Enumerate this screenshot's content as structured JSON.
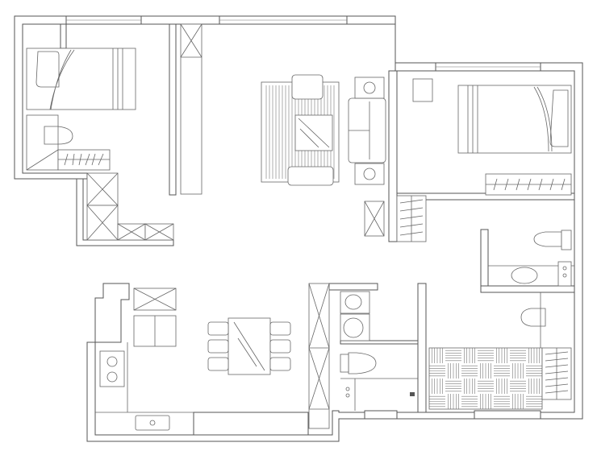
{
  "drawing": {
    "type": "floor-plan",
    "line_color": "#555555",
    "background": "#ffffff",
    "rooms": [
      "bedroom-left",
      "living-room",
      "bedroom-right",
      "bathroom-right",
      "master-bathroom",
      "laundry",
      "guest-bathroom",
      "dining-area",
      "kitchen"
    ],
    "fixtures": [
      "bed",
      "bed",
      "sofa",
      "armchair",
      "armchair",
      "coffee-table",
      "side-table",
      "side-table",
      "rug",
      "wardrobe",
      "wardrobe",
      "wardrobe",
      "toilet",
      "toilet",
      "toilet",
      "toilet",
      "washbasin",
      "washing-machine",
      "dryer",
      "dining-table",
      "chair",
      "stove",
      "sink",
      "refrigerator",
      "tall-cabinet",
      "shoe-cabinet"
    ]
  }
}
